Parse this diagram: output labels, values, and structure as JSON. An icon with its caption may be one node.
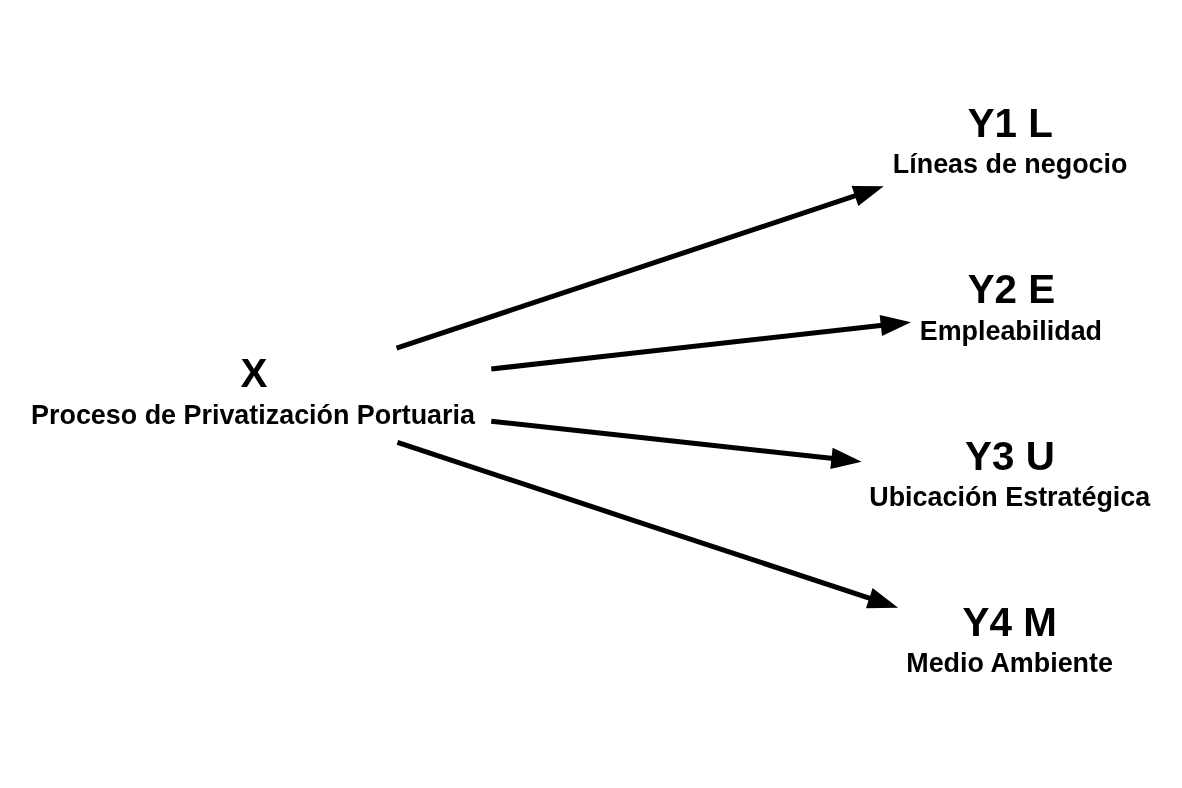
{
  "diagram": {
    "nodes": [
      {
        "text": [
          "X",
          "Proceso de Privatización Portuaria"
        ]
      },
      {
        "text": [
          "Y1 L",
          "Líneas de negocio"
        ]
      },
      {
        "text": [
          "Y2 E",
          "Empleabilidad"
        ]
      },
      {
        "text": [
          "Y3 U",
          "Ubicación Estratégica"
        ]
      },
      {
        "text": [
          "Y4 M",
          "Medio Ambiente"
        ]
      }
    ],
    "edges": [
      {
        "from": 0,
        "to": 1,
        "arrow": "to"
      },
      {
        "from": 0,
        "to": 2,
        "arrow": "to"
      },
      {
        "from": 0,
        "to": 3,
        "arrow": "to"
      },
      {
        "from": 0,
        "to": 4,
        "arrow": "to"
      }
    ]
  }
}
